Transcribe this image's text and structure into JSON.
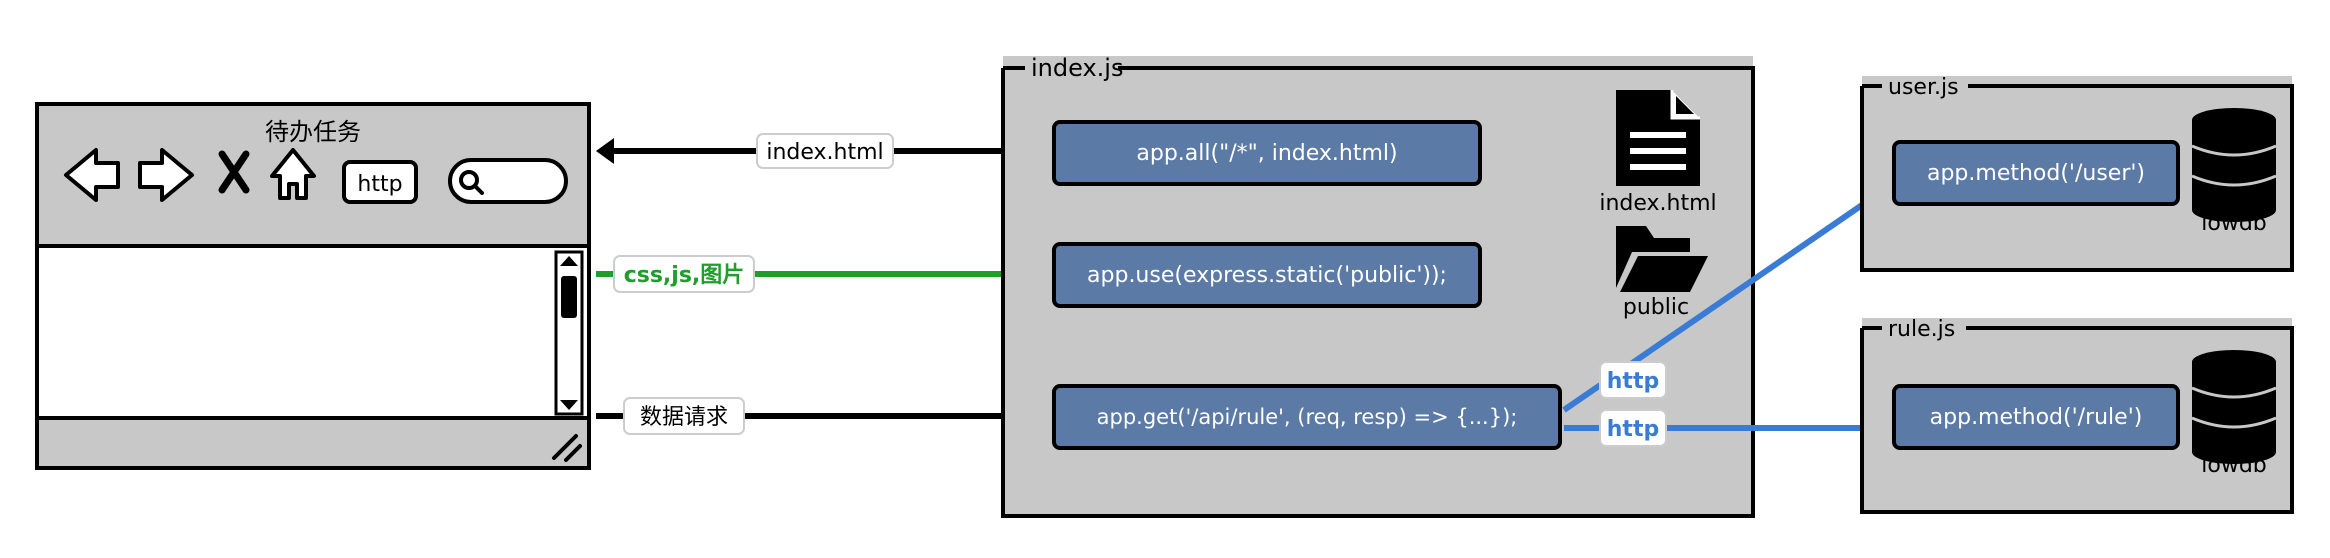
{
  "browser": {
    "title": "待办任务",
    "url_button": "http"
  },
  "arrows": {
    "page_label": "index.html",
    "static_label": "css,js,图片",
    "data_label": "数据请求",
    "http_label_1": "http",
    "http_label_2": "http"
  },
  "index_panel": {
    "title": "index.js",
    "route_all": "app.all(\"/*\", index.html)",
    "route_static": "app.use(express.static('public'));",
    "route_api": "app.get('/api/rule', (req, resp) => {...});",
    "file_label": "index.html",
    "folder_label": "public"
  },
  "user_panel": {
    "title": "user.js",
    "method": "app.method('/user')",
    "db_label": "lowdb"
  },
  "rule_panel": {
    "title": "rule.js",
    "method": "app.method('/rule')",
    "db_label": "lowdb"
  },
  "colors": {
    "panel_fill": "#c8c8c8",
    "box_fill": "#5b7ba6",
    "green": "#1f9e2a",
    "blue": "#3a7bd5",
    "black": "#000000"
  }
}
